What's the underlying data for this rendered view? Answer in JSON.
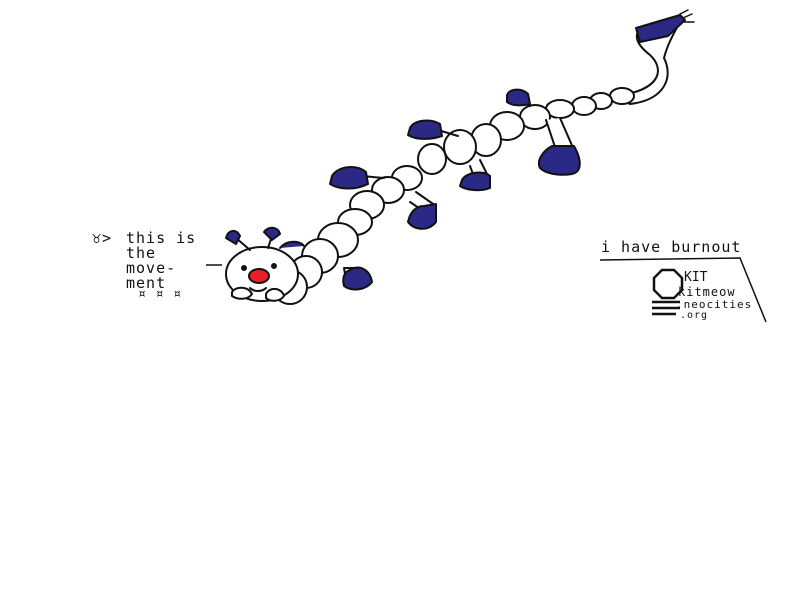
{
  "caption": {
    "prefix": "♉>",
    "lines": [
      "this is",
      "the",
      "move-",
      "ment"
    ],
    "symbols": "¤ ¤ ¤"
  },
  "sign": {
    "text": "i have burnout",
    "mark_letters": "KIT",
    "site_lines": [
      "kitmeow",
      ".neocities",
      ".org"
    ]
  },
  "colors": {
    "ink": "#111111",
    "paw": "#2a2a86",
    "nose": "#e8202a",
    "body": "#ffffff"
  }
}
